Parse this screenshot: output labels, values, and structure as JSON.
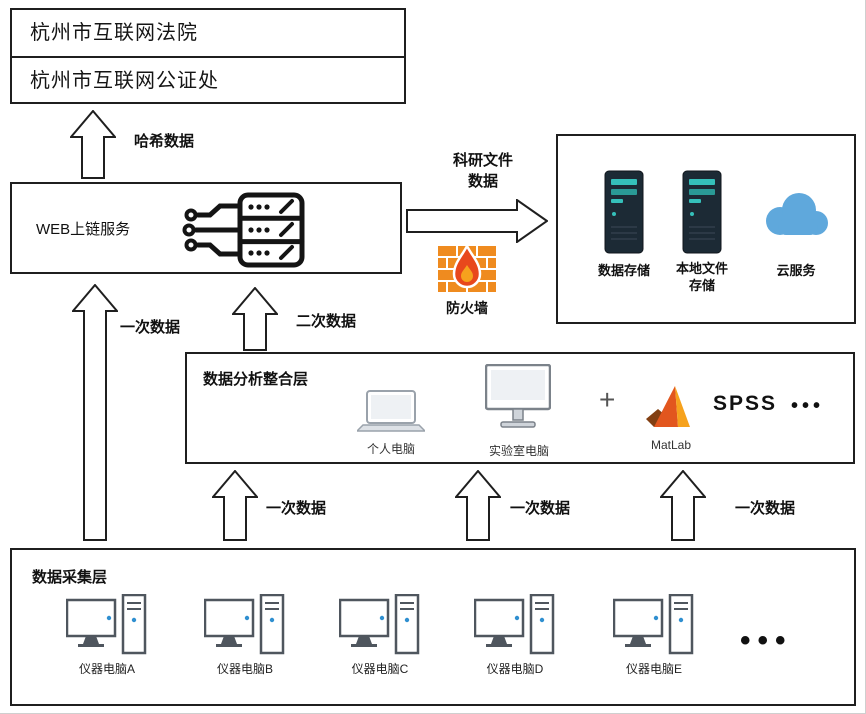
{
  "court_box": {
    "rows": [
      "杭州市互联网法院",
      "杭州市互联网公证处"
    ]
  },
  "web_box": {
    "title": "WEB上链服务"
  },
  "flows": {
    "hash": "哈希数据",
    "research": "科研文件\n数据",
    "firewall": "防火墙",
    "primary_left": "一次数据",
    "secondary": "二次数据",
    "primary_bottom": [
      "一次数据",
      "一次数据",
      "一次数据"
    ]
  },
  "storage_box": {
    "data_storage": "数据存储",
    "local_file_storage": "本地文件\n存储",
    "cloud_service": "云服务"
  },
  "analysis_box": {
    "title": "数据分析整合层",
    "personal_pc": "个人电脑",
    "lab_pc": "实验室电脑",
    "plus": "+",
    "matlab": "MatLab",
    "spss": "SPSS",
    "ellipsis": "•••"
  },
  "collection_box": {
    "title": "数据采集层",
    "computers": [
      "仪器电脑A",
      "仪器电脑B",
      "仪器电脑C",
      "仪器电脑D",
      "仪器电脑E"
    ],
    "ellipsis": "•••"
  },
  "colors": {
    "cloud": "#5fa8dc",
    "server_accent": "#35c0ba",
    "firewall_brick": "#ef8b1f",
    "flame": "#e8481c",
    "matlab_orange": "#e2561e",
    "matlab_yellow": "#f6a21d",
    "accent_blue": "#2f8fd0"
  }
}
